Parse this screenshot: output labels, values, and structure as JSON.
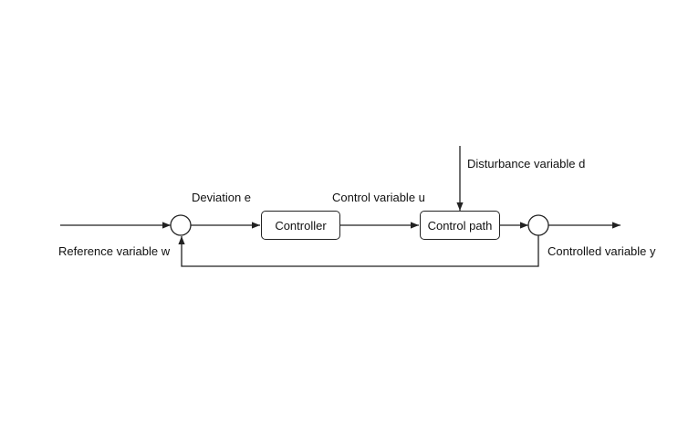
{
  "diagram": {
    "blocks": {
      "controller": "Controller",
      "control_path": "Control path"
    },
    "labels": {
      "reference_variable": "Reference variable w",
      "deviation": "Deviation e",
      "control_variable": "Control variable u",
      "disturbance_variable": "Disturbance variable d",
      "controlled_variable": "Controlled variable y"
    },
    "line_color": "#222222"
  }
}
